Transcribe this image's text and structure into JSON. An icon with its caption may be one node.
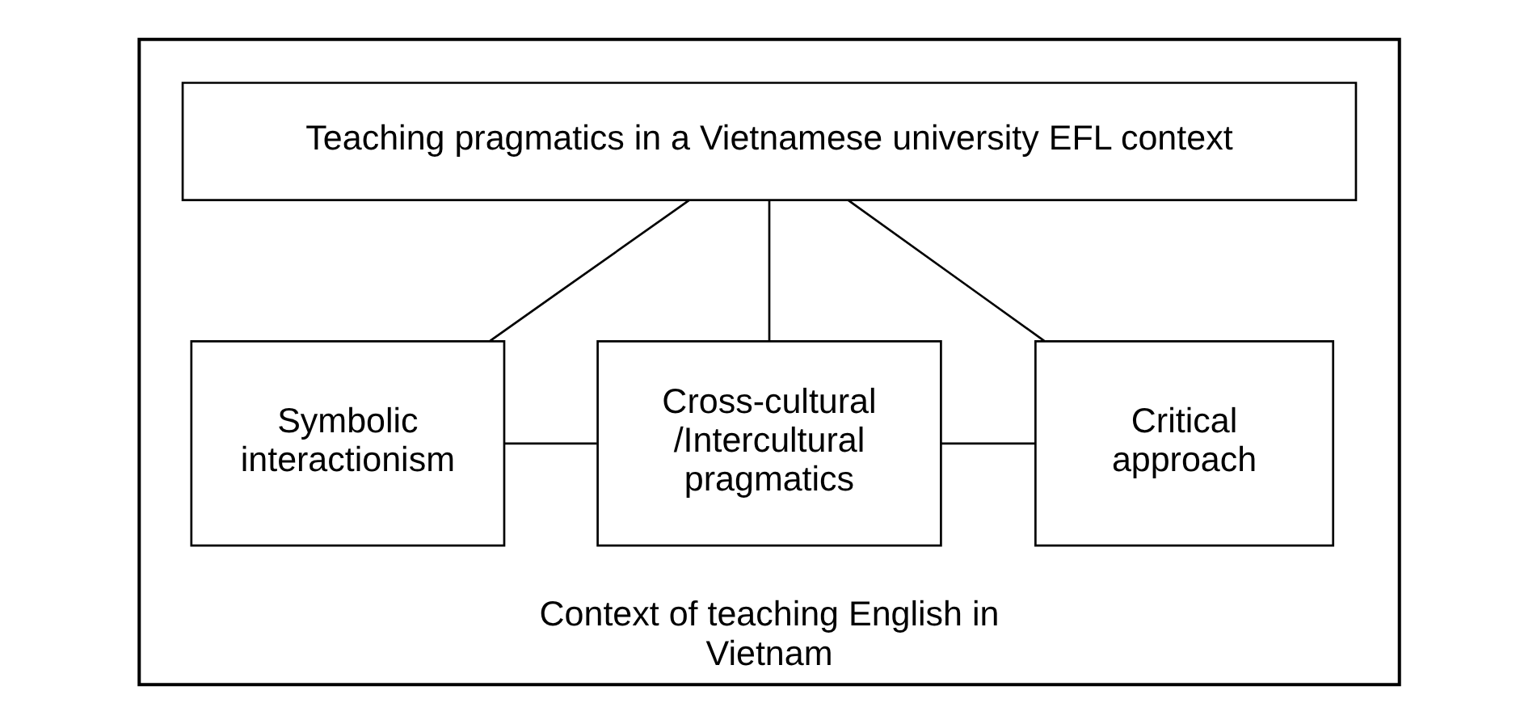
{
  "diagram": {
    "nodes": [
      {
        "text": [
          "Context of teaching English in Vietnam"
        ]
      },
      {
        "text": [
          "Teaching pragmatics in a Vietnamese university EFL context"
        ],
        "in": 0
      },
      {
        "text": [
          "Symbolic interactionism"
        ],
        "in": 0
      },
      {
        "text": [
          "Cross-cultural /Intercultural pragmatics"
        ],
        "in": 0
      },
      {
        "text": [
          "Critical approach"
        ],
        "in": 0
      }
    ],
    "edges": [
      {
        "from": 1,
        "to": 2,
        "arrow": "none"
      },
      {
        "from": 1,
        "to": 3,
        "arrow": "none"
      },
      {
        "from": 1,
        "to": 4,
        "arrow": "none"
      },
      {
        "from": 2,
        "to": 3,
        "arrow": "none"
      },
      {
        "from": 3,
        "to": 4,
        "arrow": "none"
      }
    ]
  }
}
